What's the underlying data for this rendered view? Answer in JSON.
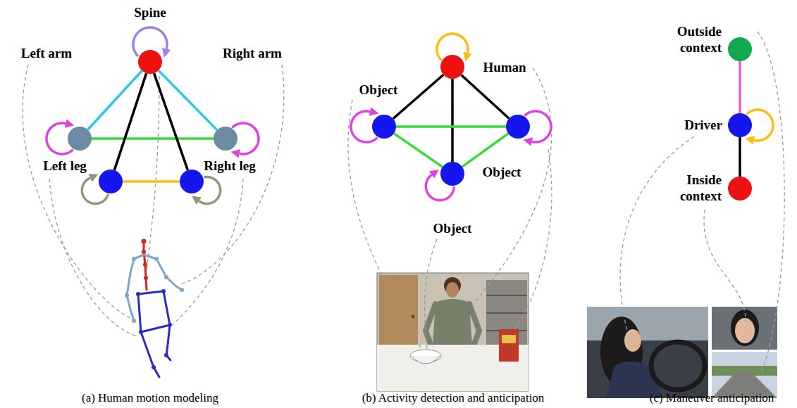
{
  "diagram": {
    "nodes": [
      {
        "text": [
          "Spine"
        ]
      },
      {
        "text": [
          "Left arm"
        ]
      },
      {
        "text": [
          "Right arm"
        ]
      },
      {
        "text": [
          "Left leg"
        ]
      },
      {
        "text": [
          "Right leg"
        ]
      },
      {
        "text": [
          "Human"
        ]
      },
      {
        "text": [
          "Object"
        ]
      },
      {
        "text": [
          "Object"
        ]
      },
      {
        "text": [
          "Object"
        ]
      },
      {
        "text": [
          "Outside context"
        ]
      },
      {
        "text": [
          "Driver"
        ]
      },
      {
        "text": [
          "Inside context"
        ]
      }
    ],
    "edges": [
      {
        "from": 0,
        "to": 1,
        "arrow": "none"
      },
      {
        "from": 0,
        "to": 2,
        "arrow": "none"
      },
      {
        "from": 1,
        "to": 2,
        "arrow": "none"
      },
      {
        "from": 0,
        "to": 3,
        "arrow": "none"
      },
      {
        "from": 0,
        "to": 4,
        "arrow": "none"
      },
      {
        "from": 3,
        "to": 4,
        "arrow": "none"
      },
      {
        "from": 0,
        "to": 0,
        "arrow": "to"
      },
      {
        "from": 1,
        "to": 1,
        "arrow": "to"
      },
      {
        "from": 2,
        "to": 2,
        "arrow": "to"
      },
      {
        "from": 3,
        "to": 3,
        "arrow": "to"
      },
      {
        "from": 4,
        "to": 4,
        "arrow": "to"
      },
      {
        "from": 5,
        "to": 6,
        "arrow": "none"
      },
      {
        "from": 5,
        "to": 7,
        "arrow": "none"
      },
      {
        "from": 5,
        "to": 8,
        "arrow": "none"
      },
      {
        "from": 6,
        "to": 7,
        "arrow": "none"
      },
      {
        "from": 6,
        "to": 8,
        "arrow": "none"
      },
      {
        "from": 7,
        "to": 8,
        "arrow": "none"
      },
      {
        "from": 5,
        "to": 5,
        "arrow": "to"
      },
      {
        "from": 6,
        "to": 6,
        "arrow": "to"
      },
      {
        "from": 7,
        "to": 7,
        "arrow": "to"
      },
      {
        "from": 8,
        "to": 8,
        "arrow": "to"
      },
      {
        "from": 9,
        "to": 10,
        "arrow": "none"
      },
      {
        "from": 10,
        "to": 11,
        "arrow": "none"
      },
      {
        "from": 10,
        "to": 10,
        "arrow": "to"
      }
    ],
    "labels": [
      "(a) Human motion modeling",
      "(b) Activity detection and anticipation",
      "(c) Maneuver anticipation"
    ]
  }
}
